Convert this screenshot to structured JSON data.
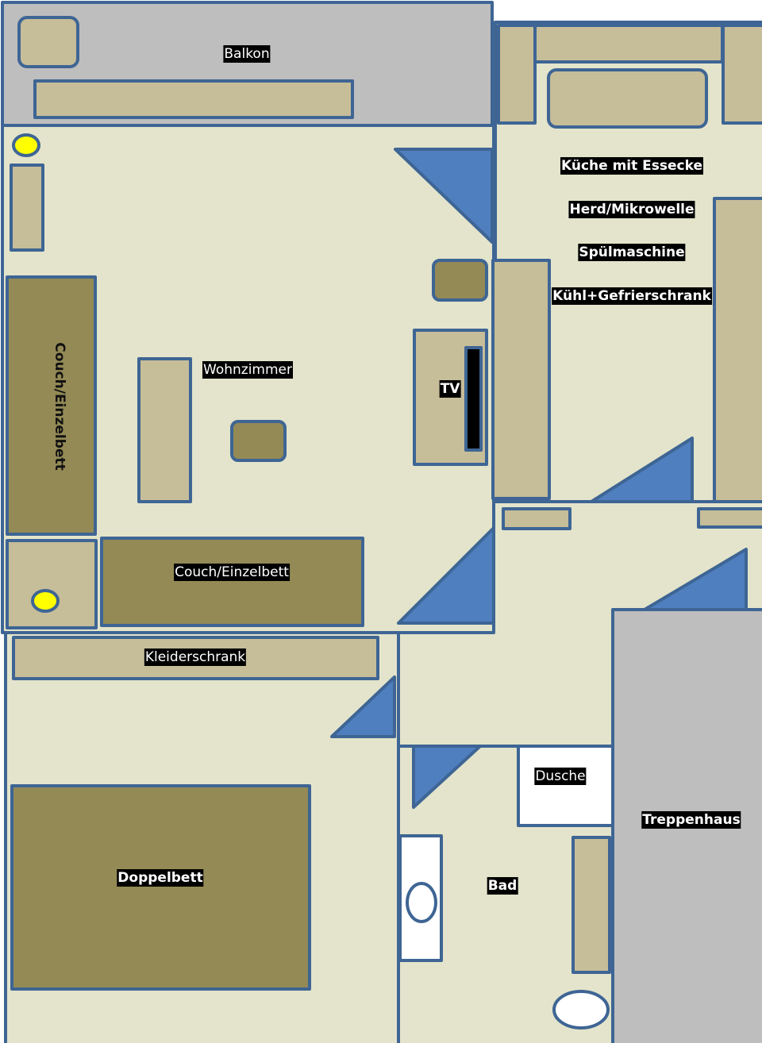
{
  "colors": {
    "wall": "#3e6594",
    "floor": "#e3e4cb",
    "furniture_light": "#c6bd99",
    "furniture_dark": "#938a55",
    "door": "#4f7fbf",
    "outdoor_gray": "#bebebe",
    "lamp": "#ffff00",
    "label_bg": "#000000"
  },
  "labels": {
    "balkon": "Balkon",
    "kitchen": "Küche mit Essecke",
    "stove": "Herd/Mikrowelle",
    "dishwasher": "Spülmaschine",
    "fridge": "Kühl+Gefrierschrank",
    "living_room": "Wohnzimmer",
    "tv": "TV",
    "couch_vertical": "Couch/Einzelbett",
    "couch_horizontal": "Couch/Einzelbett",
    "wardrobe": "Kleiderschrank",
    "double_bed": "Doppelbett",
    "shower": "Dusche",
    "stairwell": "Treppenhaus",
    "bathroom": "Bad"
  }
}
